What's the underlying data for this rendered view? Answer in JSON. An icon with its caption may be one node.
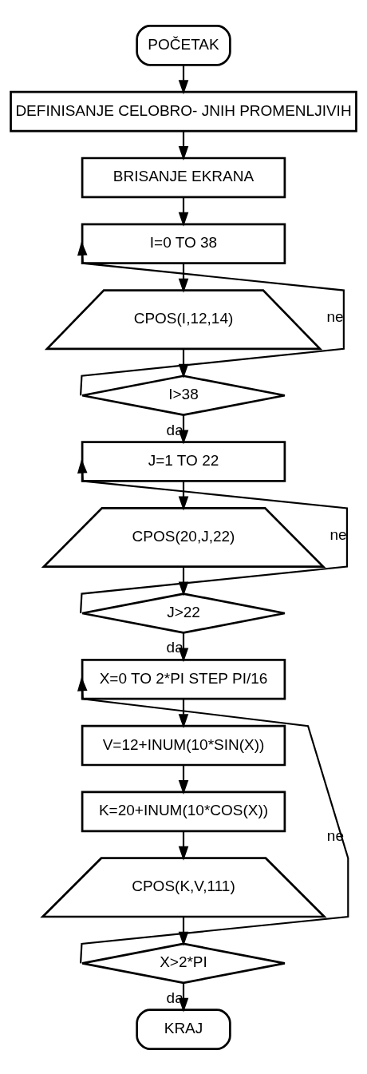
{
  "diagram": {
    "nodes": [
      {
        "text": [
          "POČETAK"
        ]
      },
      {
        "text": [
          "DEFINISANJE CELOBRO- JNIH PROMENLJIVIH"
        ]
      },
      {
        "text": [
          "BRISANJE EKRANA"
        ]
      },
      {
        "text": [
          "I=0 TO 38"
        ]
      },
      {
        "text": [
          "CPOS(I,12,14)"
        ]
      },
      {
        "text": [
          "I>38"
        ]
      },
      {
        "text": [
          "J=1 TO 22"
        ]
      },
      {
        "text": [
          "CPOS(20,J,22)"
        ]
      },
      {
        "text": [
          "J>22"
        ]
      },
      {
        "text": [
          "X=0 TO 2*PI STEP PI/16"
        ]
      },
      {
        "text": [
          "V=12+INUM(10*SIN(X))"
        ]
      },
      {
        "text": [
          "K=20+INUM(10*COS(X))"
        ]
      },
      {
        "text": [
          "CPOS(K,V,111)"
        ]
      },
      {
        "text": [
          "X>2*PI"
        ]
      },
      {
        "text": [
          "KRAJ"
        ]
      }
    ],
    "edges": [
      {
        "from": 0,
        "to": 1,
        "arrow": "to"
      },
      {
        "from": 1,
        "to": 2,
        "arrow": "to"
      },
      {
        "from": 2,
        "to": 3,
        "arrow": "to"
      },
      {
        "from": 3,
        "to": 4,
        "arrow": "to"
      },
      {
        "from": 4,
        "to": 5,
        "arrow": "to"
      },
      {
        "from": 5,
        "to": 3,
        "arrow": "to",
        "label": "ne"
      },
      {
        "from": 5,
        "to": 6,
        "arrow": "to",
        "label": "da"
      },
      {
        "from": 6,
        "to": 7,
        "arrow": "to"
      },
      {
        "from": 7,
        "to": 8,
        "arrow": "to"
      },
      {
        "from": 8,
        "to": 6,
        "arrow": "to",
        "label": "ne"
      },
      {
        "from": 8,
        "to": 9,
        "arrow": "to",
        "label": "da"
      },
      {
        "from": 9,
        "to": 10,
        "arrow": "to"
      },
      {
        "from": 10,
        "to": 11,
        "arrow": "to"
      },
      {
        "from": 11,
        "to": 12,
        "arrow": "to"
      },
      {
        "from": 12,
        "to": 13,
        "arrow": "to"
      },
      {
        "from": 13,
        "to": 9,
        "arrow": "to",
        "label": "ne"
      },
      {
        "from": 13,
        "to": 14,
        "arrow": "to",
        "label": "da"
      }
    ]
  }
}
